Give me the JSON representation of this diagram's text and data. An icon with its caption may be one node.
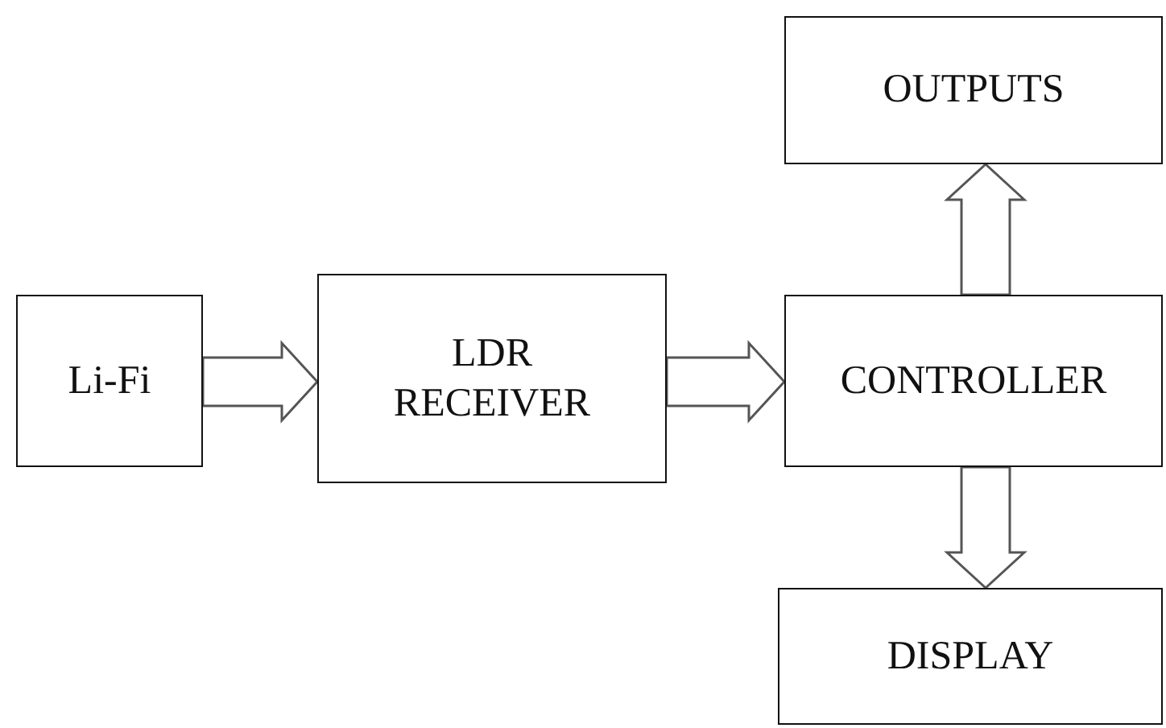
{
  "diagram": {
    "nodes": [
      {
        "text": [
          "Li-Fi"
        ]
      },
      {
        "text": [
          "LDR RECEIVER"
        ]
      },
      {
        "text": [
          "CONTROLLER"
        ]
      },
      {
        "text": [
          "OUTPUTS"
        ]
      },
      {
        "text": [
          "DISPLAY"
        ]
      }
    ],
    "edges": [
      {
        "from": 0,
        "to": 1,
        "arrow": "to"
      },
      {
        "from": 1,
        "to": 2,
        "arrow": "to"
      },
      {
        "from": 2,
        "to": 3,
        "arrow": "to"
      },
      {
        "from": 2,
        "to": 4,
        "arrow": "to"
      }
    ]
  }
}
